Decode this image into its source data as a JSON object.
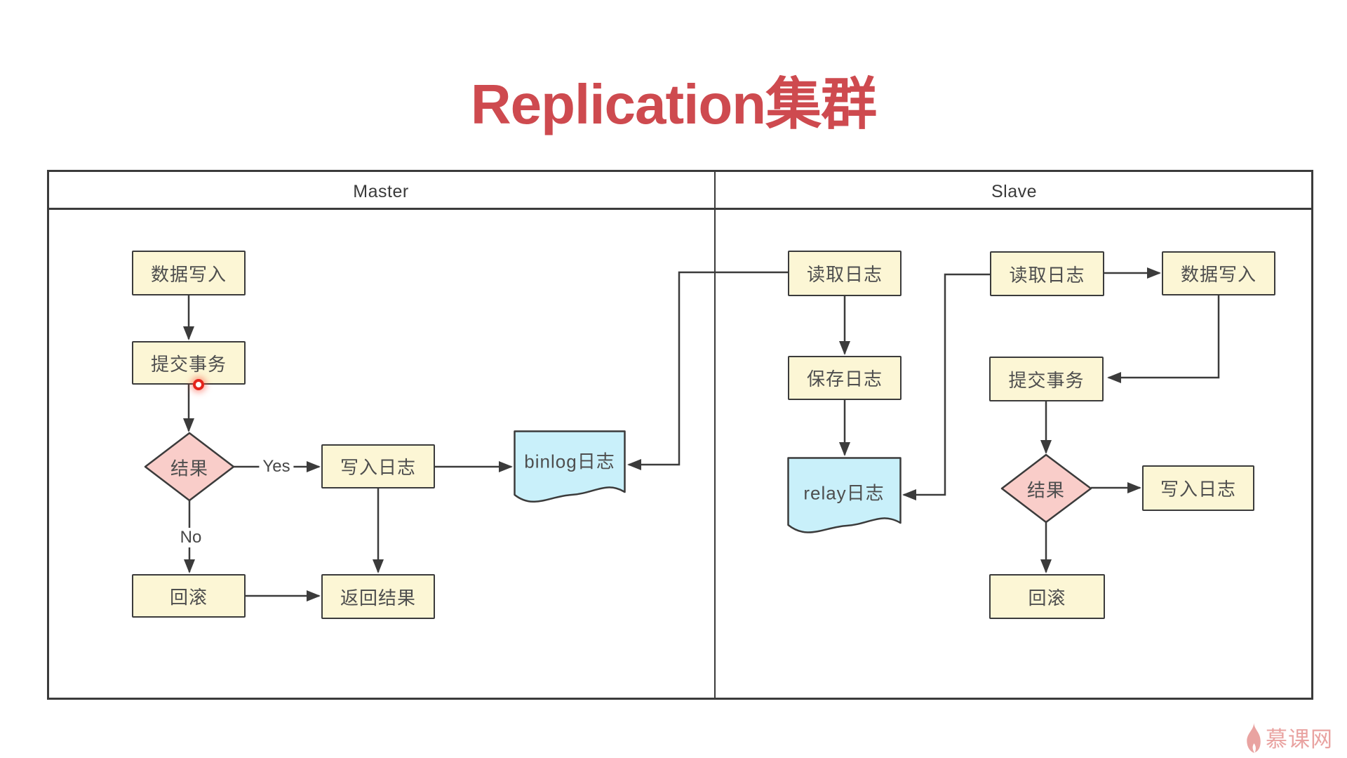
{
  "title": "Replication集群",
  "panels": {
    "master": {
      "label": "Master"
    },
    "slave": {
      "label": "Slave"
    }
  },
  "master": {
    "nodes": {
      "write_data": "数据写入",
      "commit_tx": "提交事务",
      "result": "结果",
      "rollback": "回滚",
      "write_log": "写入日志",
      "return_result": "返回结果",
      "binlog": "binlog日志"
    },
    "edge_labels": {
      "yes": "Yes",
      "no": "No"
    }
  },
  "slave": {
    "nodes": {
      "read_log_io": "读取日志",
      "save_log": "保存日志",
      "relay": "relay日志",
      "read_log_sql": "读取日志",
      "write_data": "数据写入",
      "commit_tx": "提交事务",
      "result": "结果",
      "write_log": "写入日志",
      "rollback": "回滚"
    }
  },
  "watermark": {
    "text": "慕课网"
  },
  "colors": {
    "title_color": "#ce4a4f",
    "line_color": "#3b3b3b",
    "node_fill": "#fcf6d5",
    "diamond_fill": "#f9cdc9",
    "doc_fill": "#c9f0fa",
    "node_text": "#4e4e4e",
    "header_text": "#3a3a3a",
    "watermark_color": "#e9a3a1",
    "click_dot_color": "#e5231b"
  }
}
